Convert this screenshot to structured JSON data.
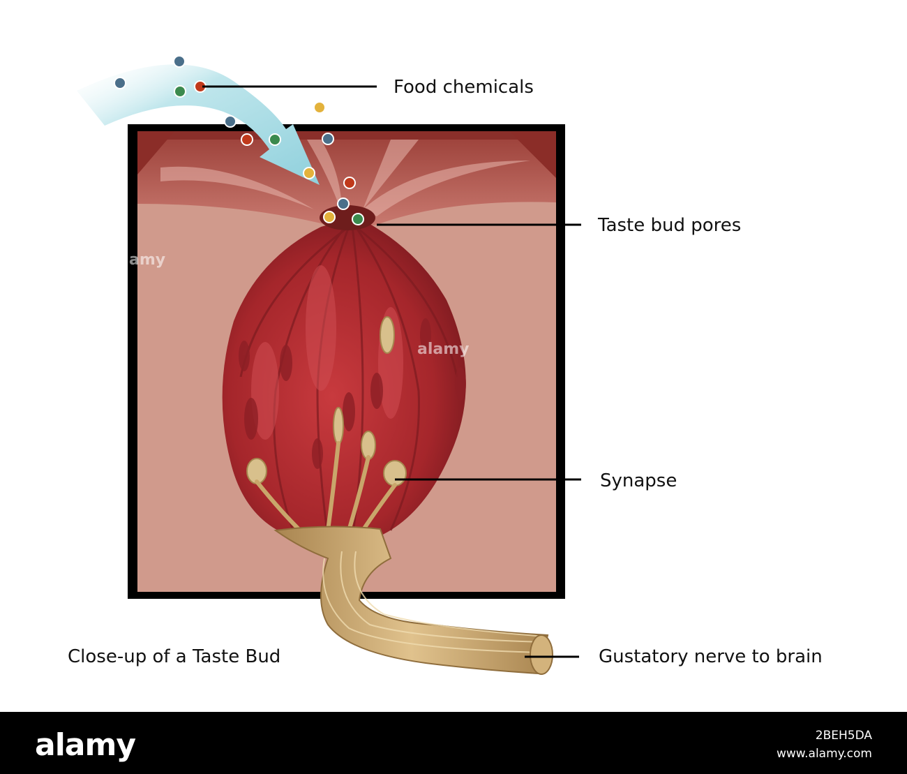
{
  "labels": {
    "food_chemicals": "Food chemicals",
    "taste_bud_pores": "Taste bud pores",
    "synapse": "Synapse",
    "gustatory_nerve": "Gustatory nerve to brain",
    "caption": "Close-up of a Taste Bud"
  },
  "watermark": {
    "logo": "alamy",
    "image_id": "2BEH5DA",
    "url": "www.alamy.com"
  },
  "colors": {
    "frame": "#000000",
    "tissue_background": "#d09a8c",
    "bud_red": "#a8262a",
    "nerve": "#c9a66b",
    "arrow": "#a9dde6",
    "chemical_red": "#c0391b",
    "chemical_green": "#3b8a4e",
    "chemical_blue": "#4a6f8a",
    "chemical_yellow": "#e3b23c"
  }
}
